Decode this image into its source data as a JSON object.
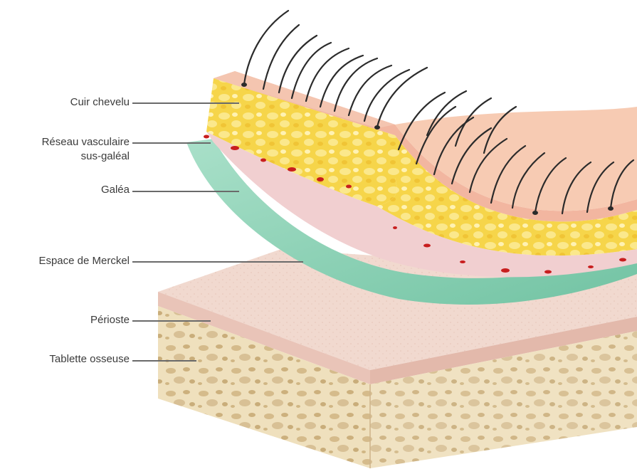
{
  "labels": {
    "cuir_chevelu": "Cuir chevelu",
    "reseau_vasculaire_line1": "Réseau vasculaire",
    "reseau_vasculaire_line2": "sus-galéal",
    "galea": "Galéa",
    "espace_merckel": "Espace de Merckel",
    "perioste": "Périoste",
    "tablette_osseuse": "Tablette osseuse"
  },
  "colors": {
    "hair": "#2b2b2b",
    "epidermis": "#f2b6a0",
    "fat": "#f5d64a",
    "fat_light": "#fbe98c",
    "vascular_layer": "#f1cfd0",
    "vessel": "#c81e1e",
    "galea": "#8fd3b8",
    "galea_dark": "#6fbf9f",
    "periosteum": "#f0d6cc",
    "bone": "#efe1bf",
    "bone_pore": "#d3b98a",
    "leader_line": "#6a6a6a"
  }
}
